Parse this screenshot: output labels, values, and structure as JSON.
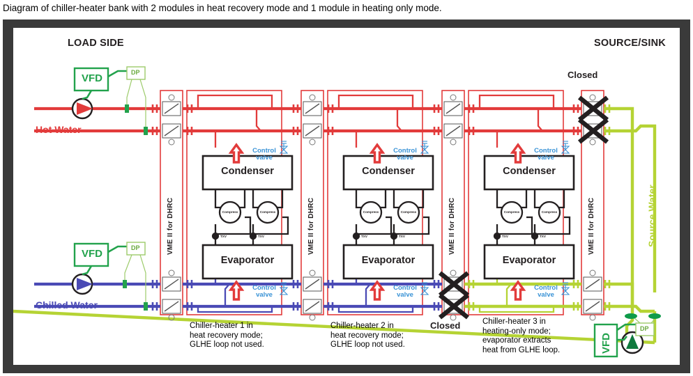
{
  "caption": "Diagram of chiller-heater bank with 2 modules in heat recovery mode and 1 module in heating only mode.",
  "colors": {
    "hot_water": "#e23b3b",
    "chilled_water": "#4a4ab5",
    "source_water": "#b5d334",
    "vfd_green": "#22a24c",
    "control_valve_text": "#3a93d6",
    "frame": "#3a3a3a",
    "equipment_outline": "#231f20"
  },
  "headers": {
    "load_side": "LOAD SIDE",
    "source_sink": "SOURCE/SINK"
  },
  "loops": {
    "hot_water_label": "Hot Water",
    "chilled_water_label": "Chilled Water",
    "source_water_label": "Source Water"
  },
  "pumps": {
    "hot_water": {
      "vfd": "VFD",
      "dp": "DP"
    },
    "chilled_water": {
      "vfd": "VFD",
      "dp": "DP"
    },
    "source_water": {
      "vfd": "VFD",
      "dp": "DP"
    }
  },
  "closed_markers": [
    {
      "label": "Closed",
      "position": "top-right"
    },
    {
      "label": "Closed",
      "position": "bottom-middle"
    }
  ],
  "vme_labels": [
    "VME II for DHRC",
    "VME II for DHRC",
    "VME II for DHRC",
    "VME II for DHRC"
  ],
  "modules": [
    {
      "condenser": "Condenser",
      "evaporator": "Evaporator",
      "compressors": [
        "Compress",
        "Compress"
      ],
      "txv": [
        "TXV",
        "TXV"
      ],
      "control_valve_top": "Control\nvalve",
      "control_valve_bottom": "Control\nvalve",
      "caption": "Chiller-heater 1 in\nheat recovery mode;\nGLHE loop not used."
    },
    {
      "condenser": "Condenser",
      "evaporator": "Evaporator",
      "compressors": [
        "Compress",
        "Compress"
      ],
      "txv": [
        "TXV",
        "TXV"
      ],
      "control_valve_top": "Control\nvalve",
      "control_valve_bottom": "Control\nvalve",
      "caption": "Chiller-heater 2 in\nheat recovery mode;\nGLHE loop not used."
    },
    {
      "condenser": "Condenser",
      "evaporator": "Evaporator",
      "compressors": [
        "Compress",
        "Compress"
      ],
      "txv": [
        "TXV",
        "TXV"
      ],
      "control_valve_top": "Control\nvalve",
      "control_valve_bottom": "Control\nvalve",
      "caption": "Chiller-heater 3 in\nheating-only mode;\nevaporator extracts\nheat from GLHE loop."
    }
  ]
}
